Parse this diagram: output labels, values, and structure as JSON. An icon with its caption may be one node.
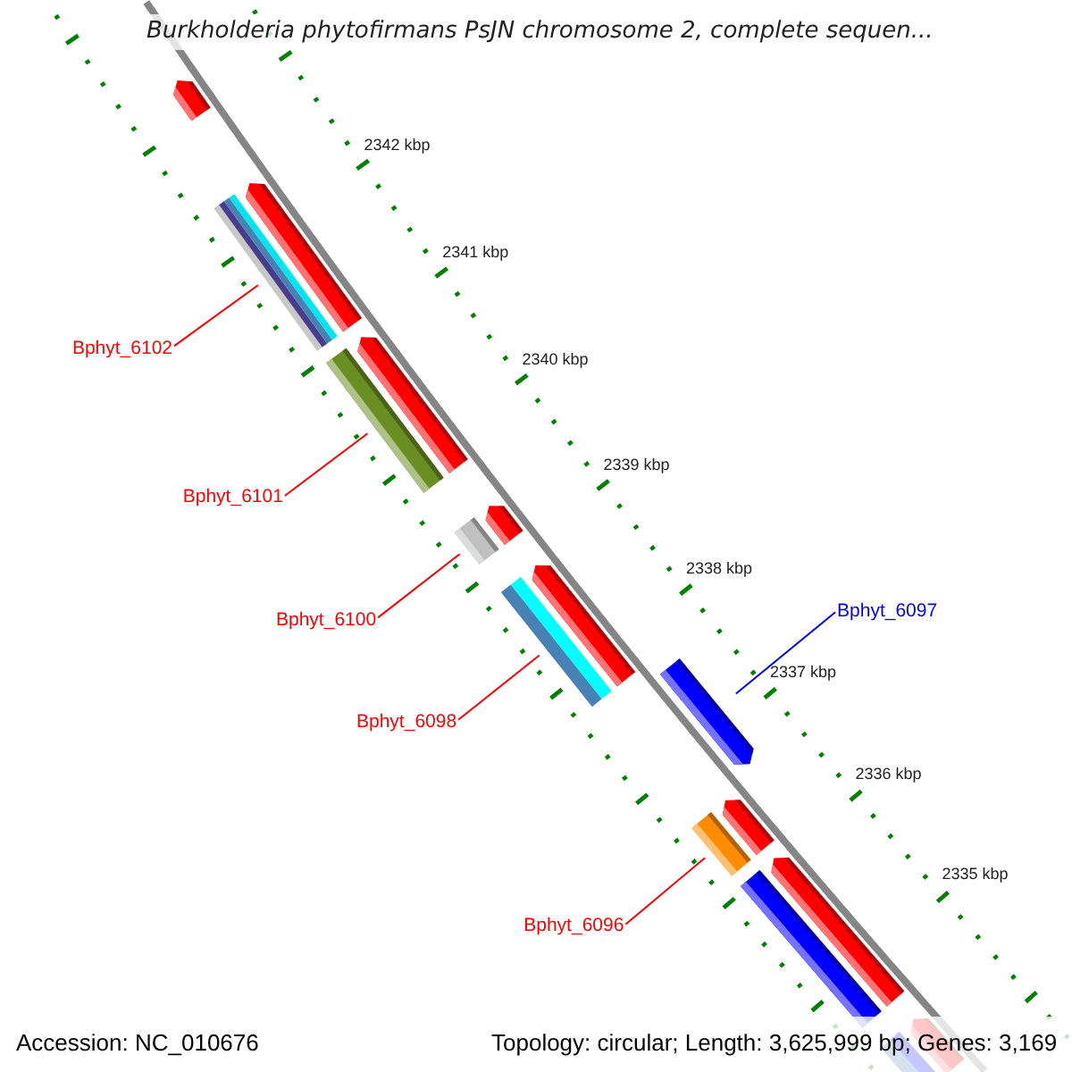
{
  "diagram": {
    "title": "Burkholderia phytofirmans PsJN chromosome 2, complete sequen...",
    "nodes": [
      {
        "text": [
          "Bphyt_6102"
        ]
      },
      {
        "text": [
          "Bphyt_6101"
        ]
      },
      {
        "text": [
          "Bphyt_6100"
        ]
      },
      {
        "text": [
          "Bphyt_6097"
        ]
      },
      {
        "text": [
          "Bphyt_6098"
        ]
      },
      {
        "text": [
          "Bphyt_6096"
        ]
      },
      {
        "text": [],
        "shape": "bar"
      },
      {
        "text": [],
        "shape": "bar"
      },
      {
        "text": [],
        "shape": "bar"
      },
      {
        "text": [],
        "shape": "bar"
      },
      {
        "text": [],
        "shape": "bar"
      },
      {
        "text": [],
        "shape": "bar"
      },
      {
        "text": [],
        "shape": "bar"
      },
      {
        "text": [],
        "shape": "bar"
      },
      {
        "text": [],
        "shape": "bar"
      }
    ],
    "edges": [
      {
        "from": 0,
        "to": 7,
        "arrow": "none"
      },
      {
        "from": 1,
        "to": 8,
        "arrow": "none"
      },
      {
        "from": 2,
        "to": 9,
        "arrow": "none"
      },
      {
        "from": 3,
        "to": 11,
        "arrow": "none",
        "color": "#0000ff"
      },
      {
        "from": 4,
        "to": 10,
        "arrow": "none"
      },
      {
        "from": 5,
        "to": 12,
        "arrow": "none"
      }
    ],
    "labels": [
      "2342 kbp",
      "2341 kbp",
      "2340 kbp",
      "2339 kbp",
      "2338 kbp",
      "2337 kbp",
      "2336 kbp",
      "2335 kbp",
      "Accession: NC_010676",
      "Topology: circular; Length: 3,625,999 bp; Genes: 3,169"
    ]
  }
}
